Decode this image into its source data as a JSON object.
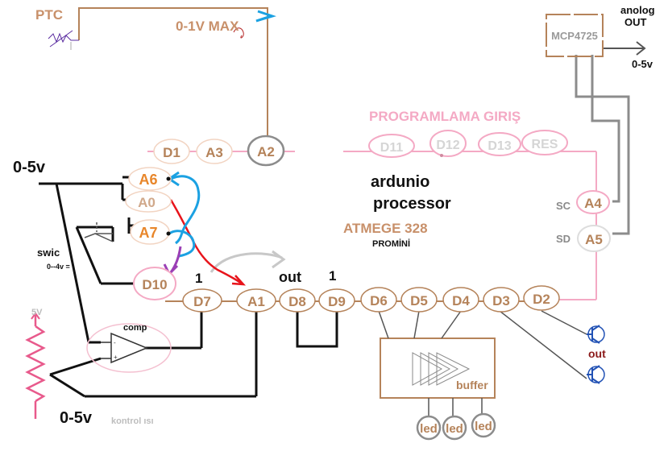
{
  "colors": {
    "pin": "#b5835a",
    "pink": "#f4a9c4",
    "orange": "#e8862a",
    "gray": "#8c8c8c",
    "black": "#111111",
    "blue": "#1ba1e2",
    "red": "#e8141b",
    "purple": "#9b3fb5"
  },
  "labels": {
    "ptc": "PTC",
    "max": "0-1V MAX",
    "dac": "MCP4725",
    "analog_out_1": "anolog",
    "analog_out_2": "OUT",
    "analog_out_range": "0-5v",
    "programming": "PROGRAMLAMA  GIRIŞ",
    "ard1": "ardunio",
    "ard2": "processor",
    "mcu": "ATMEGE 328",
    "board": "PROMİNİ",
    "input_range": "0-5v",
    "switch": "swic",
    "switch_range": "0--4v  =",
    "comp": "comp",
    "supply": "5V",
    "bottom_range": "0-5v",
    "kontrol": "kontrol  ısı",
    "out_mid": "out",
    "one_a": "1",
    "one_b": "1",
    "out_right": "out",
    "sc": "SC",
    "sd": "SD",
    "buffer": "buffer",
    "led1": "led",
    "led2": "led",
    "led3": "led"
  },
  "pins": {
    "d1": "D1",
    "a3": "A3",
    "a2": "A2",
    "d11": "D11",
    "d12": "D12",
    "d13": "D13",
    "res": "RES",
    "a6": "A6",
    "a0": "A0",
    "a7": "A7",
    "d10": "D10",
    "a4": "A4",
    "a5": "A5",
    "d7": "D7",
    "a1": "A1",
    "d8": "D8",
    "d9": "D9",
    "d6": "D6",
    "d5": "D5",
    "d4": "D4",
    "d3": "D3",
    "d2": "D2"
  }
}
